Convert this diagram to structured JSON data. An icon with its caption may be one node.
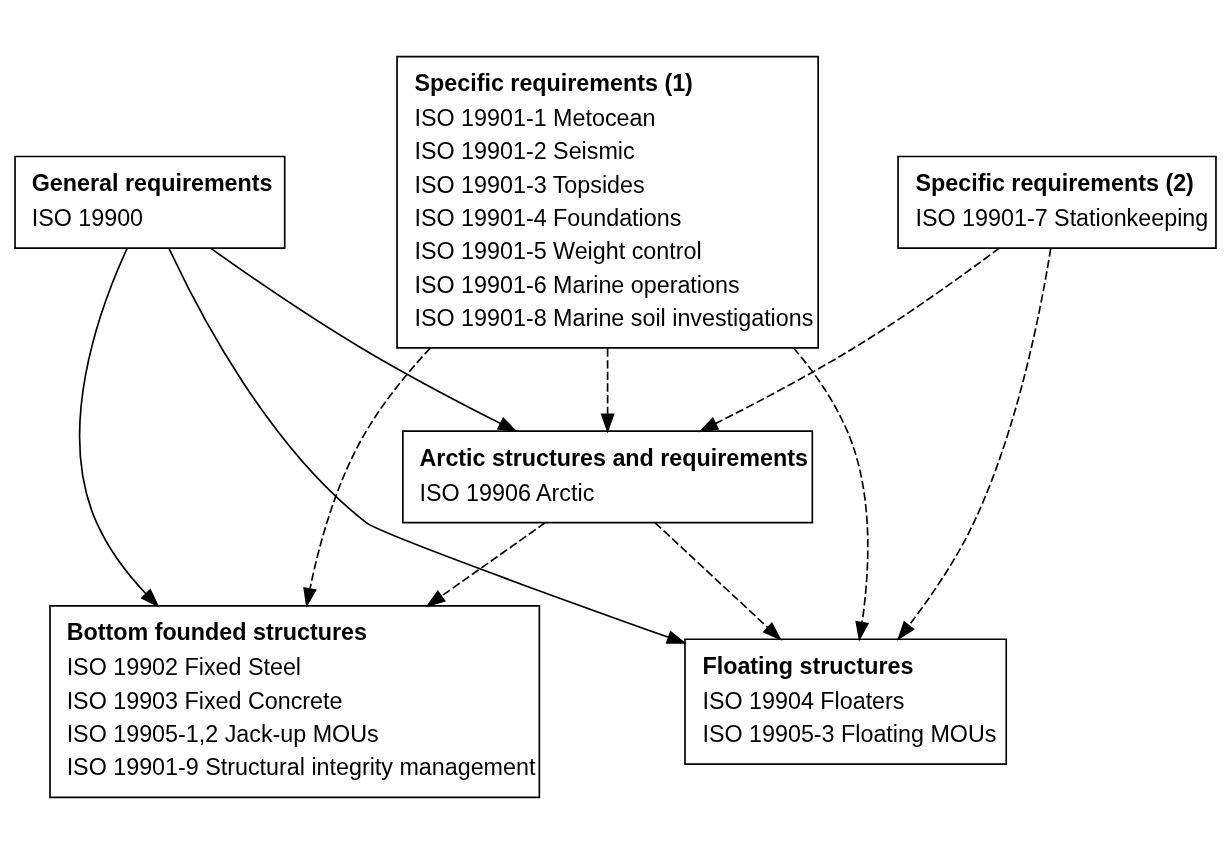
{
  "diagram": {
    "nodes": [
      {
        "text": [
          "General requirements",
          "ISO 19900"
        ]
      },
      {
        "text": [
          "Floating structures",
          "ISO 19904 Floaters",
          "ISO 19905-3 Floating MOUs"
        ]
      },
      {
        "text": [
          "Bottom founded structures",
          "ISO 19902 Fixed Steel",
          "ISO 19903 Fixed Concrete",
          "ISO 19905-1,2 Jack-up MOUs",
          "ISO 19901-9 Structural integrity management"
        ]
      },
      {
        "text": [
          "Specific requirements (1)",
          "ISO 19901-1 Metocean",
          "ISO 19901-2 Seismic",
          "ISO 19901-3 Topsides",
          "ISO 19901-4 Foundations",
          "ISO 19901-5 Weight control",
          "ISO 19901-6 Marine operations",
          "ISO 19901-8 Marine soil investigations"
        ]
      },
      {
        "text": [
          "Specific requirements (2)",
          "ISO 19901-7 Stationkeeping"
        ]
      },
      {
        "text": [
          "Arctic structures and requirements",
          "ISO 19906 Arctic"
        ]
      }
    ],
    "edges": [
      {
        "from": 0,
        "to": 1,
        "arrow": "to"
      },
      {
        "from": 0,
        "to": 2,
        "arrow": "to"
      },
      {
        "from": 0,
        "to": 5,
        "arrow": "to"
      },
      {
        "from": 3,
        "to": 1,
        "arrow": "to",
        "style": "dashed"
      },
      {
        "from": 3,
        "to": 2,
        "arrow": "to",
        "style": "dashed"
      },
      {
        "from": 3,
        "to": 5,
        "arrow": "to",
        "style": "dashed"
      },
      {
        "from": 4,
        "to": 1,
        "arrow": "to",
        "style": "dashed"
      },
      {
        "from": 4,
        "to": 5,
        "arrow": "to",
        "style": "dashed"
      },
      {
        "from": 5,
        "to": 1,
        "arrow": "to",
        "style": "dashed"
      },
      {
        "from": 5,
        "to": 2,
        "arrow": "to",
        "style": "dashed"
      }
    ]
  }
}
